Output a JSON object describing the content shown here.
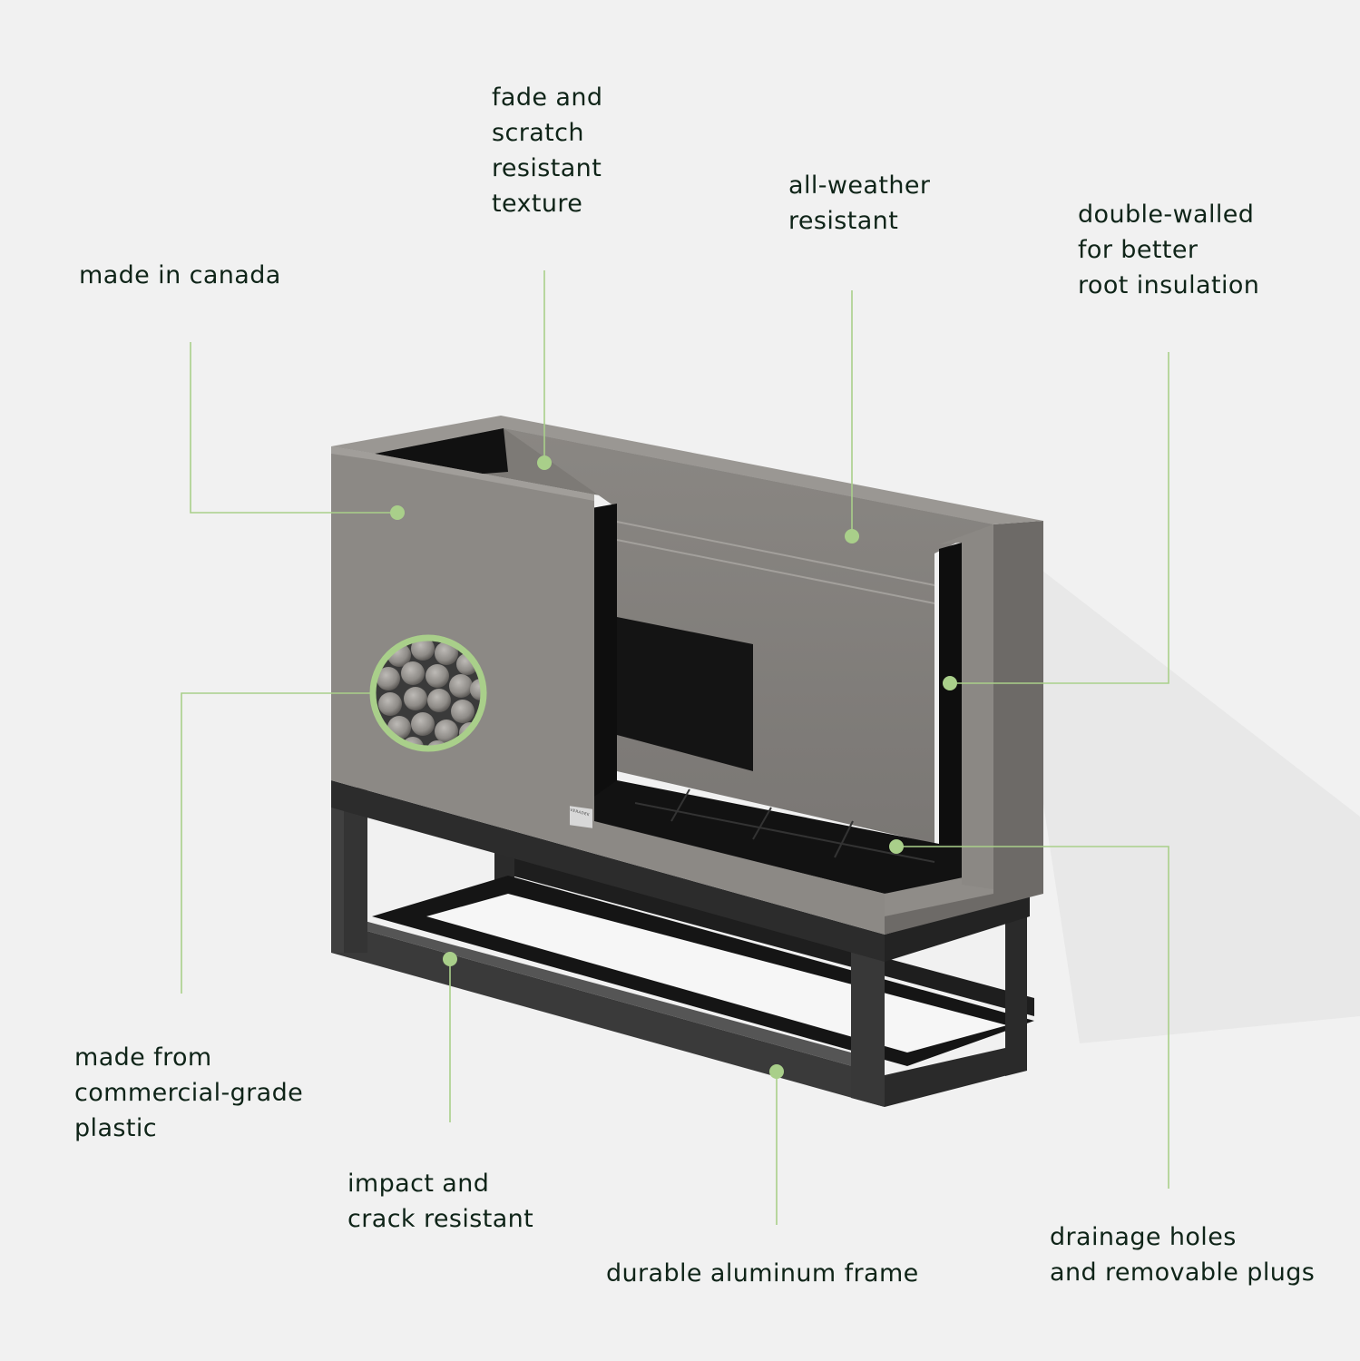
{
  "colors": {
    "background": "#f1f1f1",
    "text": "#0f2418",
    "callout_green": "#a9cf8a",
    "planter_gray": "#8b8884",
    "planter_dark_side": "#6f6c69",
    "inner_black": "#141414",
    "frame_dark": "#2e2e2e"
  },
  "product": {
    "brand_tag": "VERADEK",
    "name_hint": "raised planter with aluminum stand"
  },
  "callouts": [
    {
      "id": "made-in-canada",
      "label": "made in canada"
    },
    {
      "id": "fade-scratch",
      "label": "fade and\nscratch\nresistant\ntexture"
    },
    {
      "id": "all-weather",
      "label": "all-weather\nresistant"
    },
    {
      "id": "double-walled",
      "label": "double-walled\nfor better\nroot insulation"
    },
    {
      "id": "commercial-plastic",
      "label": "made from\ncommercial-grade\nplastic"
    },
    {
      "id": "impact-crack",
      "label": "impact and\ncrack resistant"
    },
    {
      "id": "aluminum-frame",
      "label": "durable aluminum frame"
    },
    {
      "id": "drainage",
      "label": "drainage holes\nand removable plugs"
    }
  ]
}
